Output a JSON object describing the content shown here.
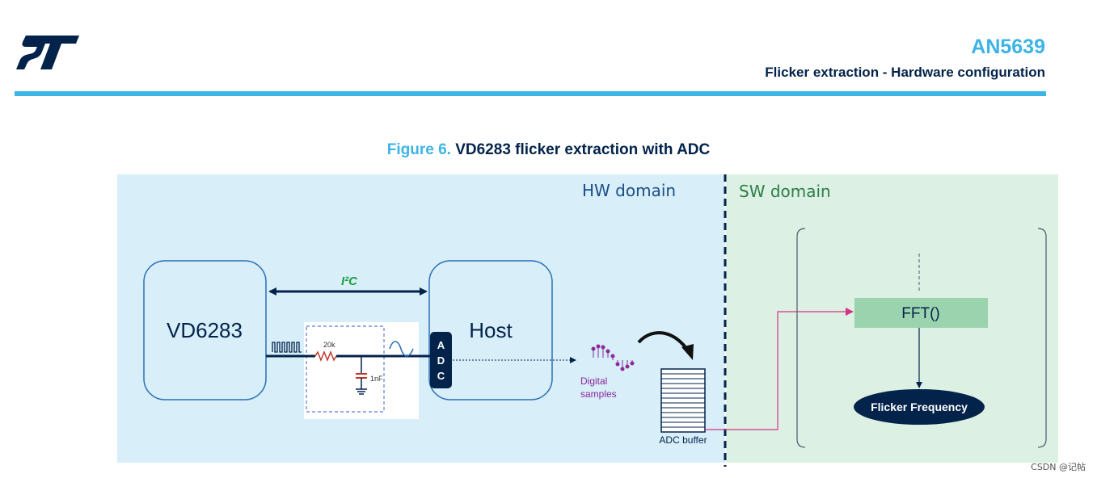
{
  "header": {
    "doc_id": "AN5639",
    "doc_subtitle": "Flicker extraction - Hardware configuration"
  },
  "figure": {
    "number": "Figure 6.",
    "title": "VD6283 flicker extraction with ADC"
  },
  "diagram": {
    "hw_domain_label": "HW domain",
    "sw_domain_label": "SW domain",
    "sensor_label": "VD6283",
    "host_label": "Host",
    "bus_label": "I²C",
    "adc_letters": [
      "A",
      "D",
      "C"
    ],
    "resistor_label": "20k",
    "capacitor_label": "1nF",
    "digital_samples_line1": "Digital",
    "digital_samples_line2": "samples",
    "adc_buffer_label": "ADC buffer",
    "fft_label": "FFT()",
    "result_label": "Flicker Frequency"
  },
  "colors": {
    "brand_blue": "#3cb4e6",
    "navy": "#03234b",
    "hw_bg": "#d8eef9",
    "sw_bg": "#dcf0e3",
    "fft_fill": "#9bd3ae",
    "i2c_green": "#1a9e3a",
    "samples_purple": "#8a2a9a",
    "signal_magenta": "#d63384"
  },
  "watermark": "CSDN @记帖"
}
